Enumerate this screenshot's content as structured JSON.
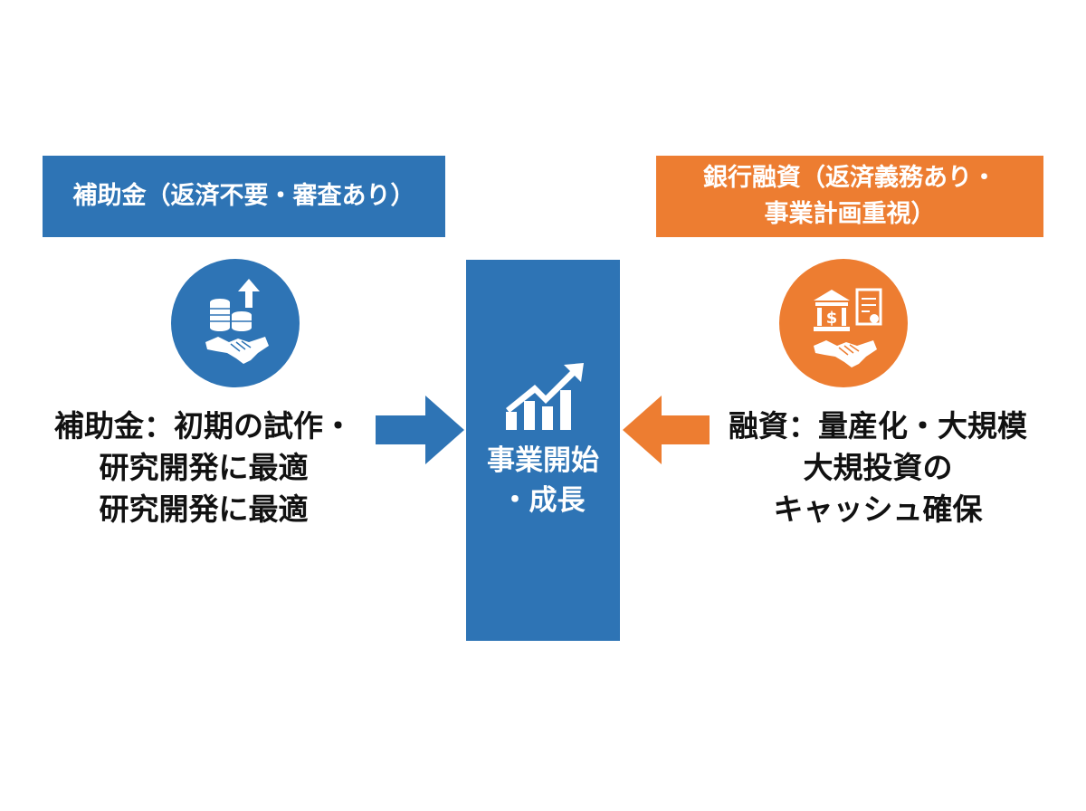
{
  "left": {
    "label": "補助金（返済不要・審査あり）",
    "color": "#2e74b5",
    "icon": "coins-handshake-icon",
    "desc_lines": [
      "補助金：初期の試作・",
      "研究開発に最適",
      "研究開発に最適"
    ]
  },
  "right": {
    "label_lines": [
      "銀行融資（返済義務あり・",
      "事業計画重視）"
    ],
    "color": "#ed7d31",
    "icon": "bank-document-handshake-icon",
    "desc_lines": [
      "融資：量産化・大規模",
      "大規投資の",
      "キャッシュ確保"
    ]
  },
  "center": {
    "title_lines": [
      "事業開始",
      "・成長"
    ],
    "color": "#2e74b5",
    "icon": "growth-chart-icon"
  }
}
